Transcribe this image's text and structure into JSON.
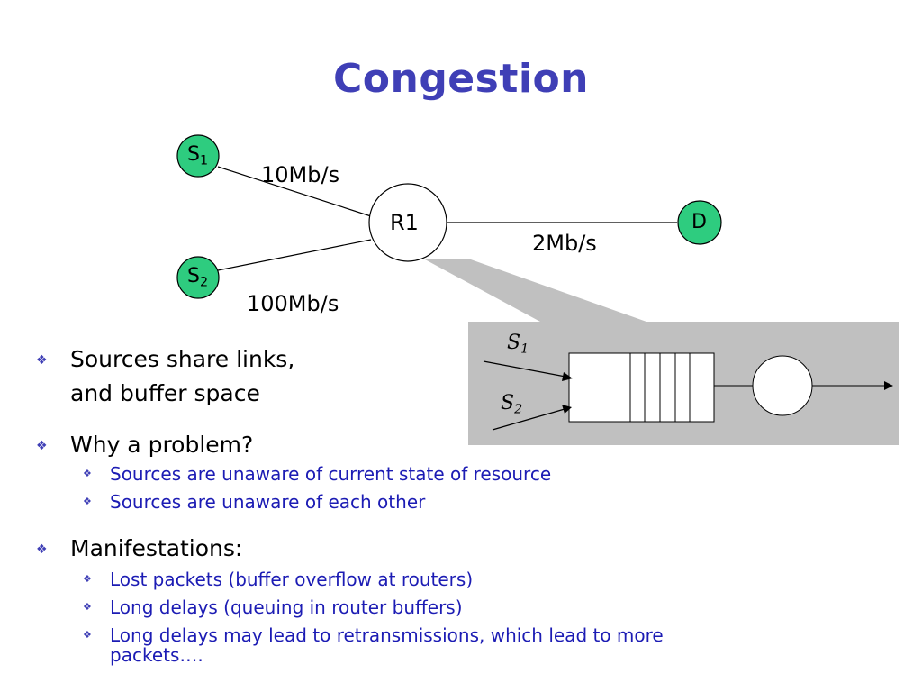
{
  "slide": {
    "title": "Congestion"
  },
  "diagram": {
    "nodes": {
      "s1": "S",
      "s1_sub": "1",
      "s2": "S",
      "s2_sub": "2",
      "r1": "R1",
      "d": "D"
    },
    "links": {
      "s1_r1": "10Mb/s",
      "s2_r1": "100Mb/s",
      "r1_d": "2Mb/s"
    },
    "queue": {
      "input1": "S",
      "input1_sub": "1",
      "input2": "S",
      "input2_sub": "2"
    },
    "colors": {
      "node_fill": "#2ecc7f",
      "router_fill": "#ffffff",
      "callout_fill": "#c0c0c0"
    }
  },
  "bullets": [
    {
      "text_line1": "Sources share links,",
      "text_line2": "and buffer space",
      "sub": []
    },
    {
      "text": "Why a problem?",
      "sub": [
        "Sources are unaware of current state of resource",
        "Sources are unaware of each other"
      ]
    },
    {
      "text": "Manifestations:",
      "sub": [
        "Lost packets (buffer overflow at routers)",
        "Long delays (queuing in router buffers)",
        "Long delays may lead to retransmissions, which lead to more",
        "packets…."
      ]
    }
  ]
}
